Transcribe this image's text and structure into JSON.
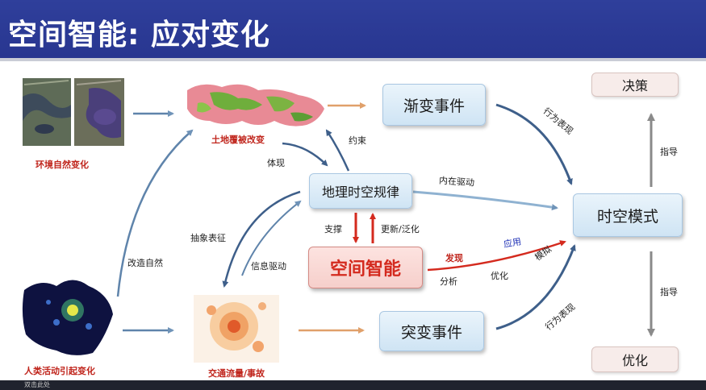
{
  "title": "空间智能: 应对变化",
  "nodes": {
    "gradual_event": "渐变事件",
    "sudden_event": "突变事件",
    "geo_law": "地理时空规律",
    "spatial_intel": "空间智能",
    "spatiotemporal_mode": "时空模式",
    "decision": "决策",
    "optimize": "优化"
  },
  "captions": {
    "env_change": "环境自然变化",
    "land_cover": "土地覆被改变",
    "human_activity": "人类活动引起变化",
    "traffic": "交通流量/事故"
  },
  "edge_labels": {
    "constraint": "约束",
    "manifest": "体现",
    "inner_drive": "内在驱动",
    "abstract": "抽象表征",
    "info_drive": "信息驱动",
    "transform_nature": "改造自然",
    "support": "支撑",
    "update": "更新/泛化",
    "discover": "发现",
    "apply": "应用",
    "analyze": "分析",
    "optimize_small": "优化",
    "simulate": "模拟",
    "behavior_top": "行为表现",
    "behavior_bottom": "行为表现",
    "guide_top": "指导",
    "guide_bottom": "指导"
  },
  "colors": {
    "title_bg": "#2c3b96",
    "arrow_blue": "#3e5f8a",
    "arrow_orange": "#e0a06a",
    "arrow_red": "#d42a1e",
    "arrow_gray": "#8a8a8a"
  },
  "taskbar": {
    "label": "双击此处"
  }
}
